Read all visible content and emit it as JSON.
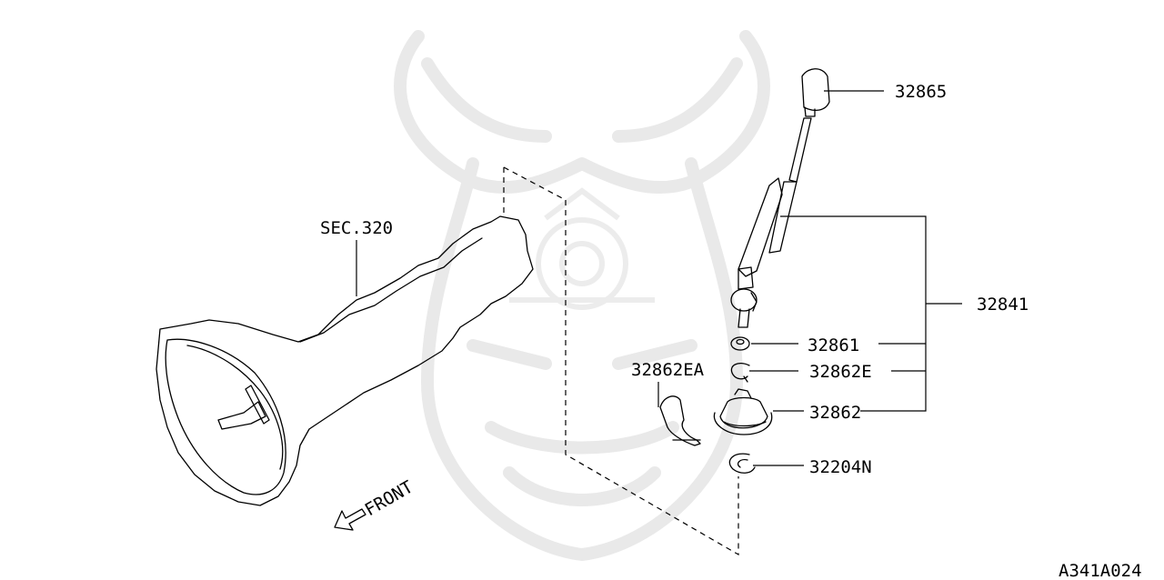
{
  "diagram": {
    "section_label": "SEC.320",
    "front_label": "FRONT",
    "code": "A341A024",
    "callouts": {
      "p32865": "32865",
      "p32841": "32841",
      "p32861": "32861",
      "p32862E": "32862E",
      "p32862": "32862",
      "p32204N": "32204N",
      "p32862EA": "32862EA"
    }
  }
}
